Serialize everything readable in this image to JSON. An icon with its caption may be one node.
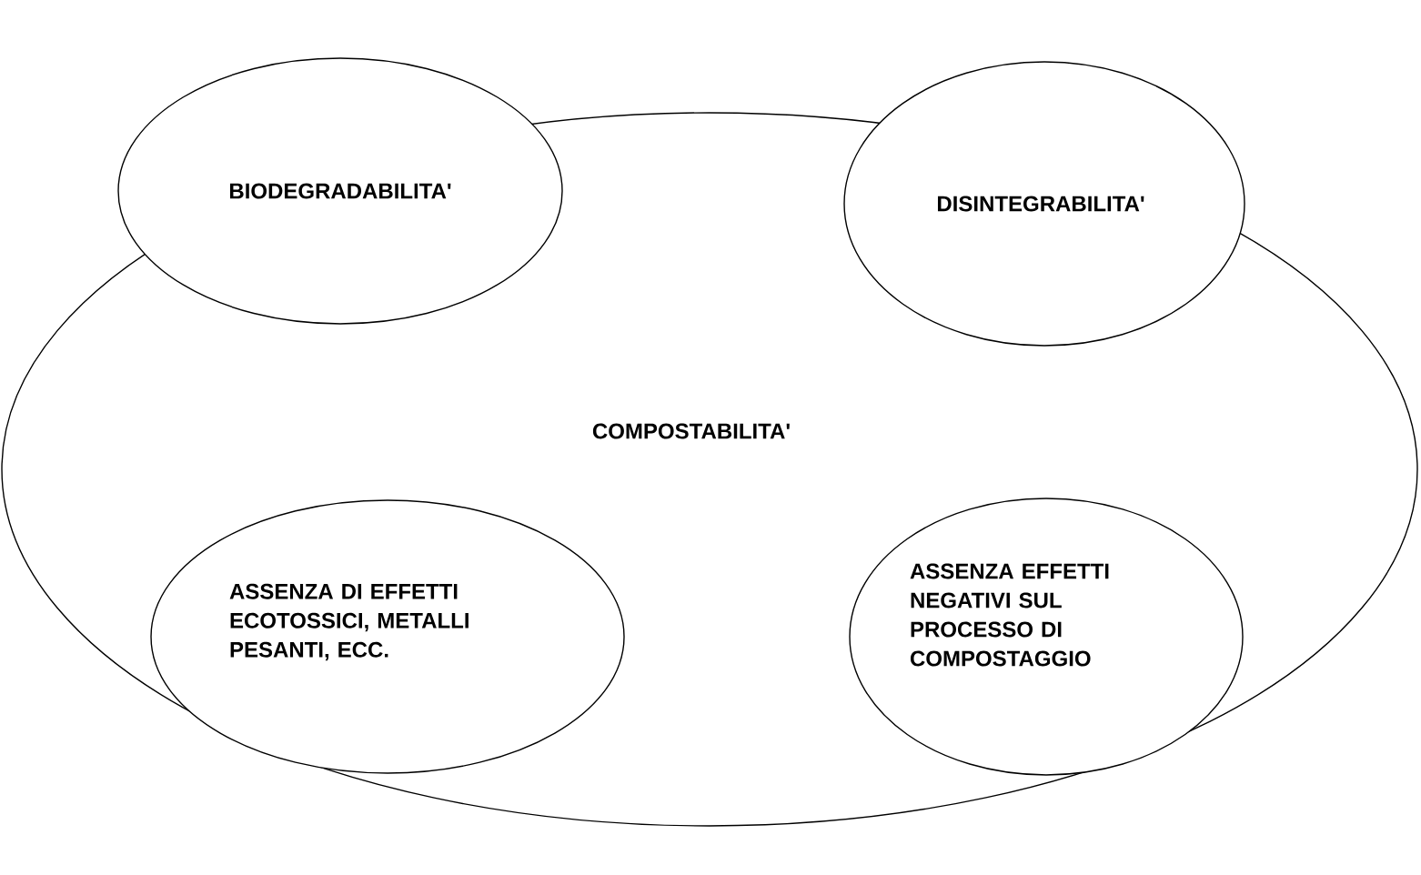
{
  "diagram": {
    "nodes": [
      {
        "text": [
          "COMPOSTABILITA'"
        ]
      },
      {
        "text": [
          "BIODEGRADABILITA'"
        ]
      },
      {
        "text": [
          "DISINTEGRABILITA'"
        ]
      },
      {
        "text": [
          "ASSENZA DI EFFETTI ECOTOSSICI, METALLI PESANTI, ECC."
        ],
        "in": 0
      },
      {
        "text": [
          "ASSENZA EFFETTI NEGATIVI SUL PROCESSO DI COMPOSTAGGIO"
        ],
        "in": 0
      }
    ]
  }
}
